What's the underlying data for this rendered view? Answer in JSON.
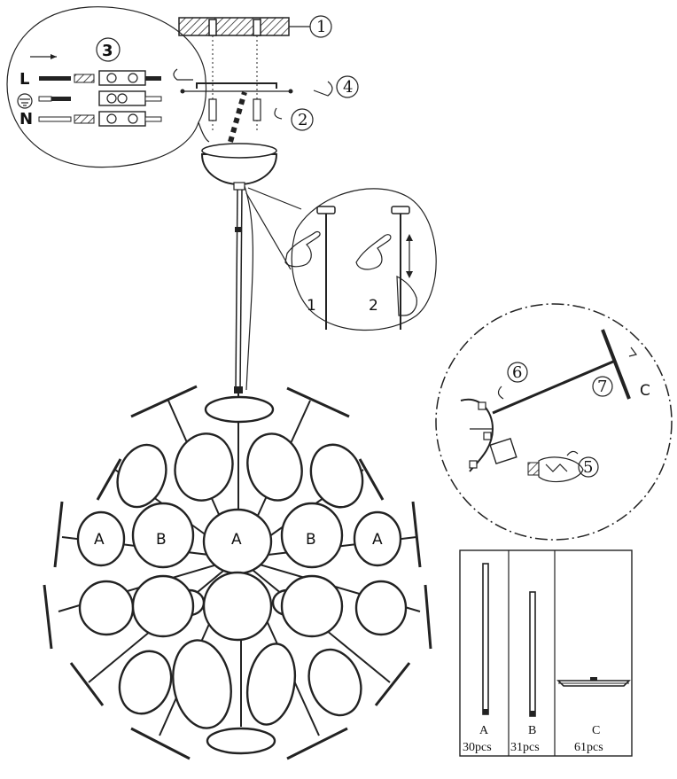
{
  "steps": {
    "s1": "1",
    "s2": "2",
    "s3": "3",
    "s4": "4",
    "s5": "5",
    "s6": "6",
    "s7": "7"
  },
  "wiring": {
    "live": "L",
    "neutral": "N"
  },
  "height_adjust": {
    "step1": "1",
    "step2": "2"
  },
  "chandelier_labels": {
    "a": "A",
    "b": "B"
  },
  "detail_label_c": "C",
  "parts": [
    {
      "letter": "A",
      "qty": "30pcs"
    },
    {
      "letter": "B",
      "qty": "31pcs"
    },
    {
      "letter": "C",
      "qty": "61pcs"
    }
  ]
}
